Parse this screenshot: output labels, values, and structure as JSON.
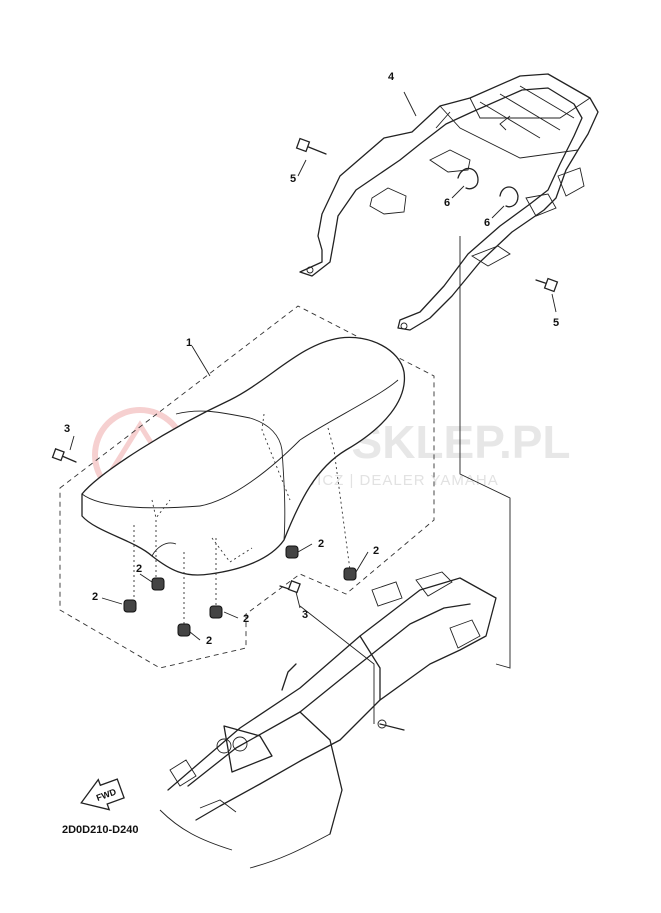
{
  "watermark": {
    "title": "YAMA-SKLEP.PL",
    "subtitle": "WOJ. ECHOWICZ | DEALER YAMAHA"
  },
  "diagram_code": "2D0D210-D240",
  "fwd_label": "FWD",
  "callouts": {
    "seat": "1",
    "damper_a": "2",
    "damper_b": "2",
    "damper_c": "2",
    "damper_d": "2",
    "damper_e": "2",
    "damper_f": "2",
    "bolt_left": "3",
    "bolt_center": "3",
    "carrier": "4",
    "bolt_carrier_left": "5",
    "bolt_carrier_right": "5",
    "clamp_left": "6",
    "clamp_right": "6"
  }
}
